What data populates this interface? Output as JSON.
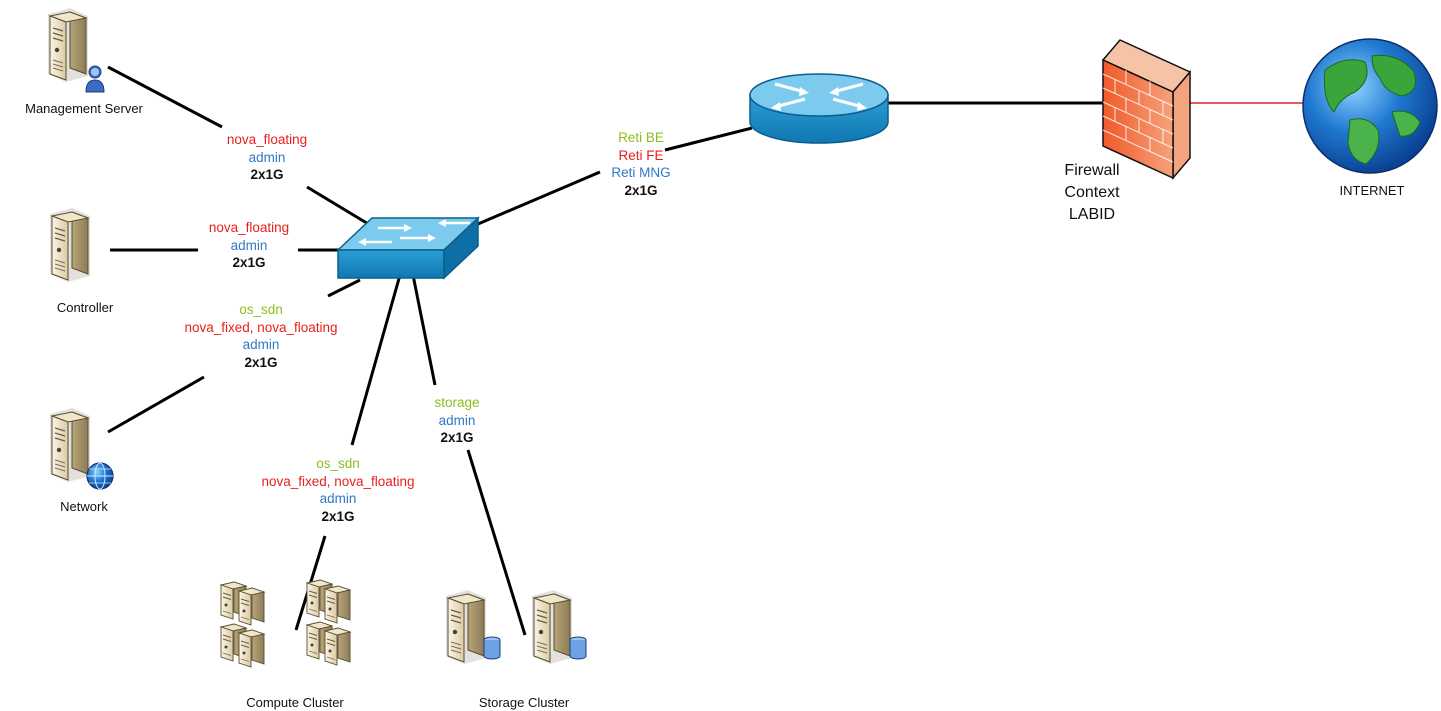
{
  "colors": {
    "green": "#8cbf1f",
    "red": "#e8201c",
    "blue": "#2f7ac4",
    "black": "#111111",
    "internet_link": "#e22020"
  },
  "nodes": {
    "management_server": "Management Server",
    "controller": "Controller",
    "network": "Network",
    "compute_cluster": "Compute Cluster",
    "storage_cluster": "Storage Cluster",
    "internet": "INTERNET",
    "firewall": [
      "Firewall",
      "Context",
      "LABID"
    ]
  },
  "links": {
    "management": {
      "red": "nova_floating",
      "blue": "admin",
      "black": "2x1G"
    },
    "controller": {
      "red": "nova_floating",
      "blue": "admin",
      "black": "2x1G"
    },
    "network": {
      "green": "os_sdn",
      "red": "nova_fixed, nova_floating",
      "blue": "admin",
      "black": "2x1G"
    },
    "compute": {
      "green": "os_sdn",
      "red": "nova_fixed, nova_floating",
      "blue": "admin",
      "black": "2x1G"
    },
    "storage": {
      "green": "storage",
      "blue": "admin",
      "black": "2x1G"
    },
    "router": {
      "green": "Reti BE",
      "red": "Reti FE",
      "blue": "Reti MNG",
      "black": "2x1G"
    }
  }
}
